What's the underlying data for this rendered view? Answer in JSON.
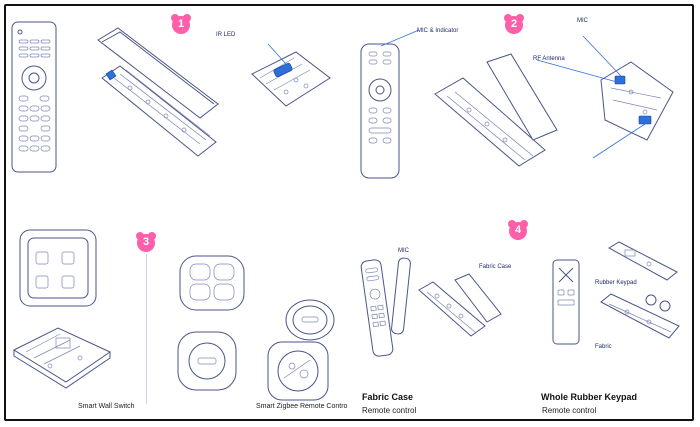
{
  "panels": [
    {
      "badge": "1",
      "labels": [
        "IR LED"
      ]
    },
    {
      "badge": "2",
      "labels": [
        "MIC & Indicator",
        "MIC",
        "RF Antenna"
      ]
    },
    {
      "badge": "3",
      "captions": [
        "Smart Wall Switch",
        "Smart Zigbee Remote Contro"
      ]
    },
    {
      "badge": "4",
      "labels": [
        "MIC",
        "Fabric Case",
        "Rubber Keypad",
        "Fabric"
      ],
      "products": [
        {
          "title": "Fabric Case",
          "subtitle": "Remote control"
        },
        {
          "title": "Whole Rubber Keypad",
          "subtitle": "Remote control"
        }
      ]
    }
  ],
  "colors": {
    "badge": "#ff5ea8",
    "accent": "#2f6fdc",
    "line": "#4a5687"
  },
  "icons": [
    "remote-control-illustration",
    "circuit-board-illustration",
    "wall-switch-illustration",
    "zigbee-remote-illustration"
  ]
}
